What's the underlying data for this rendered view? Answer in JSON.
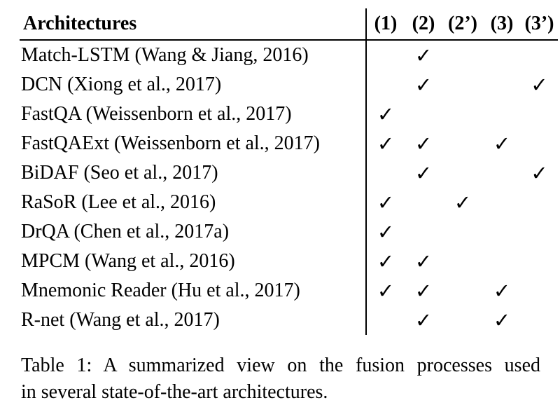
{
  "table": {
    "headers": {
      "architectures": "Architectures",
      "col1": "(1)",
      "col2": "(2)",
      "col2p": "(2’)",
      "col3": "(3)",
      "col3p": "(3’)"
    },
    "rows": [
      {
        "name": "Match-LSTM (Wang & Jiang, 2016)",
        "checks": [
          "",
          "✓",
          "",
          "",
          ""
        ]
      },
      {
        "name": "DCN (Xiong et al., 2017)",
        "checks": [
          "",
          "✓",
          "",
          "",
          "✓"
        ]
      },
      {
        "name": "FastQA (Weissenborn et al., 2017)",
        "checks": [
          "✓",
          "",
          "",
          "",
          ""
        ]
      },
      {
        "name": "FastQAExt (Weissenborn et al., 2017)",
        "checks": [
          "✓",
          "✓",
          "",
          "✓",
          ""
        ]
      },
      {
        "name": "BiDAF (Seo et al., 2017)",
        "checks": [
          "",
          "✓",
          "",
          "",
          "✓"
        ]
      },
      {
        "name": "RaSoR (Lee et al., 2016)",
        "checks": [
          "✓",
          "",
          "✓",
          "",
          ""
        ]
      },
      {
        "name": "DrQA (Chen et al., 2017a)",
        "checks": [
          "✓",
          "",
          "",
          "",
          ""
        ]
      },
      {
        "name": "MPCM (Wang et al., 2016)",
        "checks": [
          "✓",
          "✓",
          "",
          "",
          ""
        ]
      },
      {
        "name": "Mnemonic Reader (Hu et al., 2017)",
        "checks": [
          "✓",
          "✓",
          "",
          "✓",
          ""
        ]
      },
      {
        "name": "R-net (Wang et al., 2017)",
        "checks": [
          "",
          "✓",
          "",
          "✓",
          ""
        ]
      }
    ]
  },
  "caption": {
    "line1": "Table 1: A summarized view on the fusion processes used",
    "line2": "in several state-of-the-art architectures."
  },
  "colors": {
    "text": "#000000",
    "background": "#ffffff"
  }
}
